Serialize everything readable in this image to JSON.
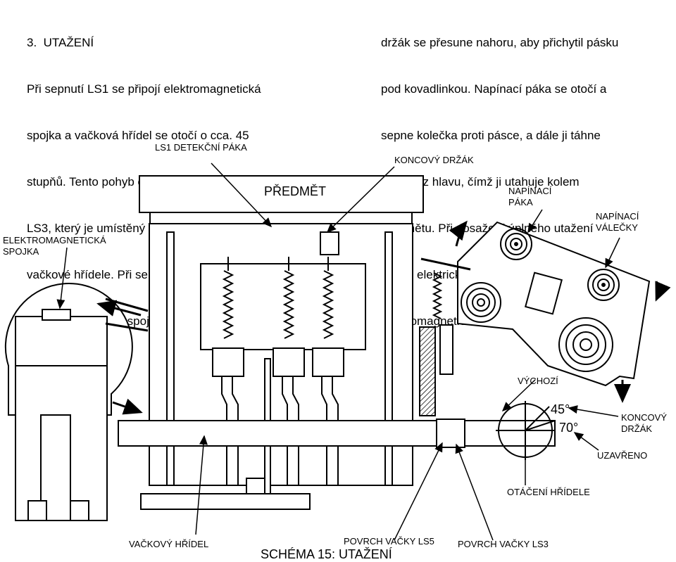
{
  "left_text": {
    "heading": "3.  UTAŽENÍ",
    "lines": [
      "Při sepnutí LS1 se připojí elektromagnetická",
      "spojka a vačková hřídel se otočí o cca. 45",
      "stupňů. Tento pohyb otočení hřídele je řízen",
      "LS3, který je umístěný na pravém konci",
      "vačkové hřídele. Při sepnutí LS3, se",
      "elektromagnetická spojka odpojí a koncový"
    ]
  },
  "right_text": {
    "lines": [
      "držák se přesune nahoru, aby přichytil pásku",
      "pod kovadlinkou. Napínací páka se otočí a",
      "sepne kolečka proti pásce, a dále ji táhne",
      "zpět skrz hlavu, čímž ji utahuje kolem",
      "předmětu. Při dosažení úplného utažení",
      "zapne elektrický detektor pnutí a",
      "elektromagnetická spojka se znovu připojí."
    ]
  },
  "labels": {
    "ls1_lever": "LS1 DETEKČNÍ PÁKA",
    "end_holder_top": "KONCOVÝ DRŽÁK",
    "object": "PŘEDMĚT",
    "tension_lever": "NAPÍNACÍ\nPÁKA",
    "tension_rollers": "NAPÍNACÍ\nVÁLEČKY",
    "em_clutch": "ELEKTROMAGNETICKÁ\nSPOJKA",
    "start": "VÝCHOZÍ",
    "angle_45": "45°",
    "angle_70": "70°",
    "end_holder_right": "KONCOVÝ\nDRŽÁK",
    "closed": "UZAVŘENO",
    "shaft_rotation": "OTÁČENÍ HŘÍDELE",
    "cam_shaft": "VAČKOVÝ HŘÍDEL",
    "cam_surface_ls5": "POVRCH VAČKY LS5",
    "cam_surface_ls3": "POVRCH VAČKY LS3",
    "caption": "SCHÉMA 15: UTAŽENÍ"
  }
}
